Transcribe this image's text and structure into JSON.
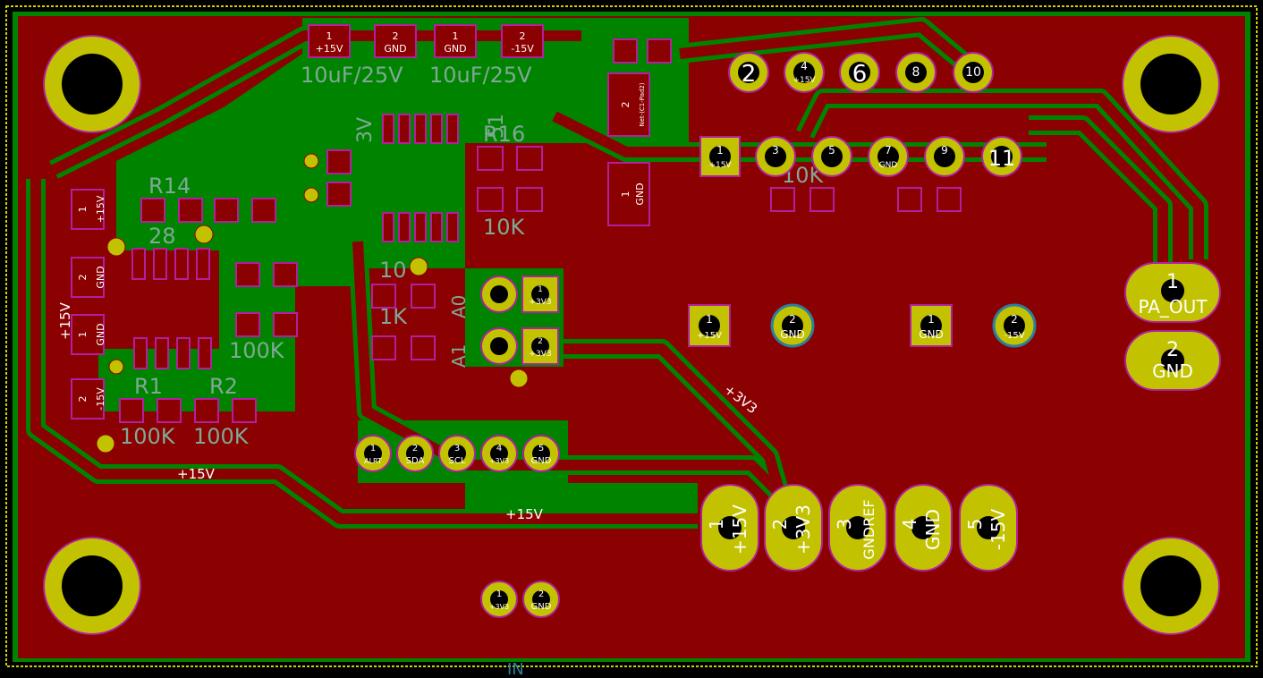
{
  "silk": {
    "c1": "10uF/25V",
    "c2": "10uF/25V",
    "r16": "R16",
    "r16v": "10K",
    "r14": "R14",
    "r14v": "28",
    "r1": "R1",
    "r1v": "100K",
    "r2": "R2",
    "r2v": "100K",
    "r3v": "100K",
    "k10": "10K",
    "k3": "3V",
    "k51": "51",
    "k10b": "10",
    "k1k": "1K",
    "a0": "A0",
    "a1": "A1",
    "net_p15_left": "+15V",
    "net_p15_bot1": "+15V",
    "net_p15_bot2": "+15V",
    "net_3v3": "+3V3",
    "footer": "IN"
  },
  "pads": {
    "c1_1": "1",
    "c1_1n": "+15V",
    "c1_2": "2",
    "c1_2n": "GND",
    "c2_1": "1",
    "c2_1n": "GND",
    "c2_2": "2",
    "c2_2n": "-15V",
    "l1": "1",
    "l1n": "+15V",
    "l2": "2",
    "l2n": "GND",
    "l3": "1",
    "l3n": "GND",
    "l4": "2",
    "l4n": "-15V",
    "relay2": "2",
    "relay2n": "Net-(C1-Pad2)",
    "relay1": "1",
    "relay1n": "GND"
  },
  "header": {
    "p2": "2",
    "p4": "4",
    "p6": "6",
    "p8": "8",
    "p10": "10",
    "p1": "1",
    "p3": "3",
    "p5": "5",
    "p7": "7",
    "p9": "9",
    "p11": "11",
    "p4n": "+15V",
    "p7n": "GND",
    "p1n": "+15V"
  },
  "mid": {
    "a1": "1",
    "a1n": "+15V",
    "a2": "2",
    "a2n": "GND",
    "a3": "1",
    "a3n": "GND",
    "a4": "2",
    "a4n": "-15V"
  },
  "i2c": {
    "p1": "1",
    "p2": "2",
    "p3": "3",
    "p4": "4",
    "p5": "5",
    "n1": "ALRT",
    "n2": "SDA",
    "n3": "SCL",
    "n4": "+3V3",
    "n5": "GND"
  },
  "bot2": {
    "p1": "1",
    "p2": "2",
    "n1": "+3V3",
    "n2": "GND"
  },
  "sens": {
    "p1": "1",
    "p2": "2",
    "n1": "+3V3",
    "n2": "+3V3"
  },
  "pa": {
    "p1": "1",
    "n1": "PA_OUT",
    "p2": "2",
    "n2": "GND"
  },
  "power": [
    {
      "num": "1",
      "net": "+15V"
    },
    {
      "num": "2",
      "net": "+3V3"
    },
    {
      "num": "3",
      "net": "GNDREF"
    },
    {
      "num": "4",
      "net": "GND"
    },
    {
      "num": "5",
      "net": "-15V"
    }
  ],
  "colors": {
    "background": "#000000",
    "board_fill": "#8b0000",
    "gnd_fill": "#008400",
    "pad": "#c2c200",
    "drill": "#000000",
    "silk": "#7fa896",
    "edge": "#d0d000"
  }
}
